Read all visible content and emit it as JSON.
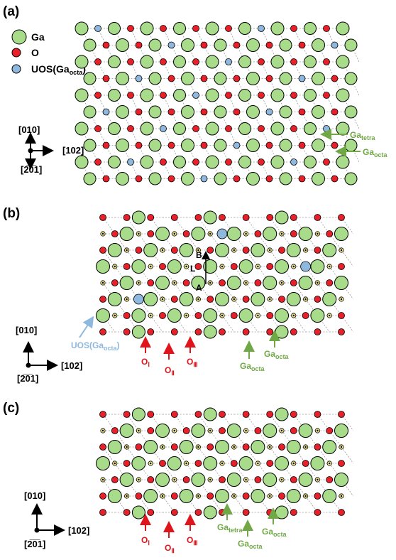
{
  "colors": {
    "ga": "#a8dc8a",
    "o": "#e8202a",
    "uos": "#8fb8de",
    "green_label": "#6fa845",
    "red_label": "#e0141b",
    "blue_label": "#8fb8de",
    "bond": "#9a9a9a"
  },
  "panel_a": {
    "label": "(a)",
    "legend": {
      "ga": "Ga",
      "o": "O",
      "uos_main": "UOS(Ga",
      "uos_sub": "octa",
      "uos_close": ")"
    },
    "axes": {
      "up": "[010]",
      "right": "[102]",
      "down": "[2̅0̅1]"
    },
    "annotations": {
      "ga_tetra_main": "Ga",
      "ga_tetra_sub": "tetra",
      "ga_octa_main": "Ga",
      "ga_octa_sub": "octa"
    }
  },
  "panel_b": {
    "label": "(b)",
    "axes": {
      "up": "[010]",
      "right": "[102]",
      "down": "[2̅0̅1]"
    },
    "annotations": {
      "uos_main": "UOS(Ga",
      "uos_sub": "octa",
      "uos_close": ")",
      "o1_main": "O",
      "o1_sub": "Ⅰ",
      "o2_main": "O",
      "o2_sub": "Ⅱ",
      "o3_main": "O",
      "o3_sub": "Ⅲ",
      "ga_octa1_main": "Ga",
      "ga_octa1_sub": "octa",
      "ga_octa2_main": "Ga",
      "ga_octa2_sub": "octa",
      "point_b": "B",
      "point_a": "A",
      "point_l": "L"
    }
  },
  "panel_c": {
    "label": "(c)",
    "axes": {
      "up": "[010]",
      "right": "[102]",
      "down": "[2̅0̅1]"
    },
    "annotations": {
      "o1_main": "O",
      "o1_sub": "Ⅰ",
      "o2_main": "O",
      "o2_sub": "Ⅱ",
      "o3_main": "O",
      "o3_sub": "Ⅲ",
      "ga_tetra_main": "Ga",
      "ga_tetra_sub": "tetra",
      "ga_octa1_main": "Ga",
      "ga_octa1_sub": "octa",
      "ga_octa2_main": "Ga",
      "ga_octa2_sub": "octa"
    }
  }
}
